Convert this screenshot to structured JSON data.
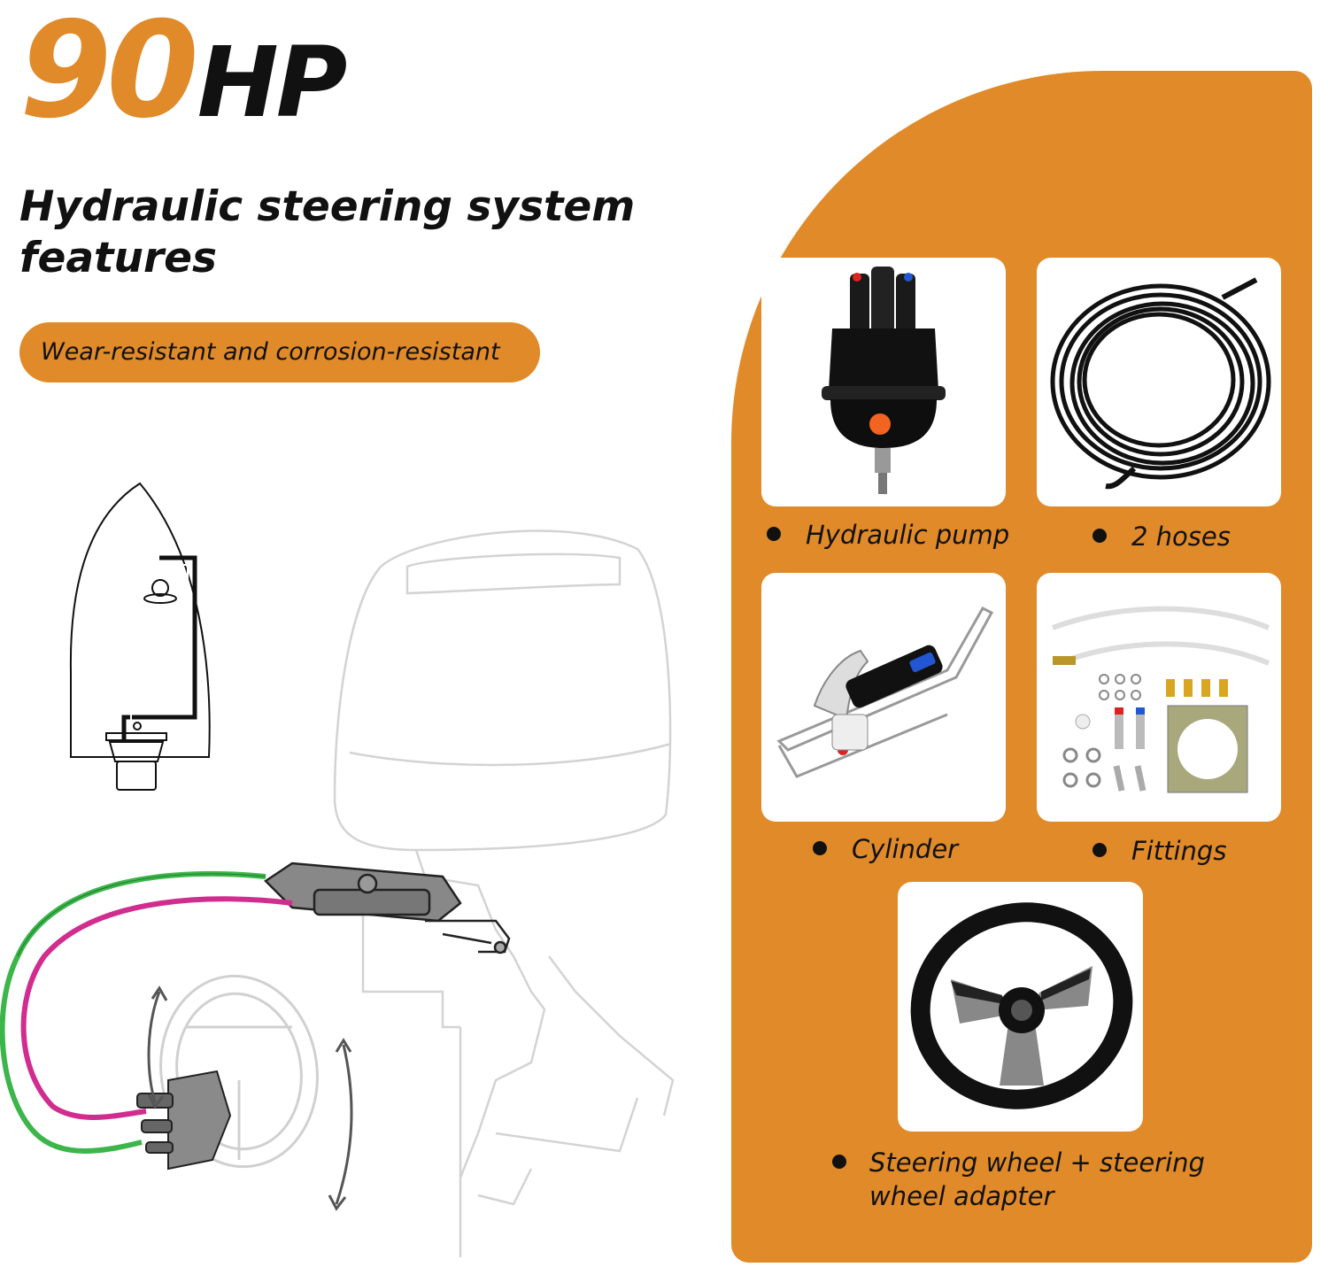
{
  "hero": {
    "number": "90",
    "unit": "HP"
  },
  "heading": "Hydraulic steering system features",
  "pill": "Wear-resistant and corrosion-resistant",
  "components": {
    "pump": "Hydraulic pump",
    "hoses": "2 hoses",
    "cylinder": "Cylinder",
    "fittings": "Fittings",
    "wheel": "Steering wheel + steering wheel adapter"
  },
  "colors": {
    "accent": "#E08A2A",
    "hose_green": "#3CB54A",
    "hose_magenta": "#D02D8F"
  },
  "icons": [
    "boat-schematic-icon",
    "outboard-motor-icon",
    "steering-wheel-icon",
    "hydraulic-pump-icon",
    "hose-coil-icon",
    "cylinder-icon",
    "fittings-icon"
  ]
}
